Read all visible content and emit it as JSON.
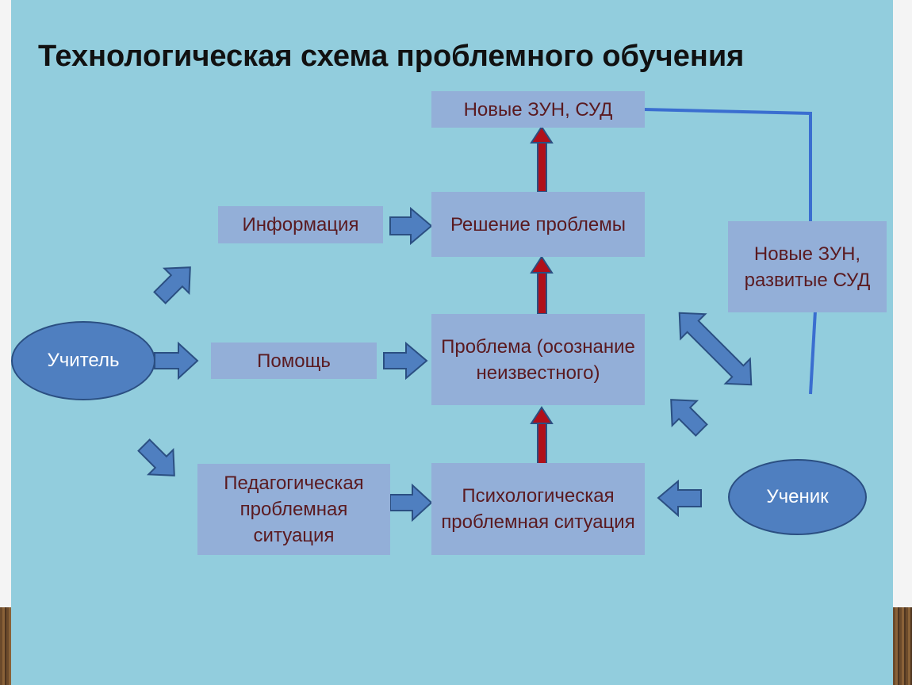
{
  "title": "Технологическая схема проблемного обучения",
  "nodes": {
    "new_knowledge": "Новые ЗУН, СУД",
    "solution": "Решение проблемы",
    "information": "Информация",
    "new_knowledge_developed": "Новые ЗУН, развитые СУД",
    "teacher": "Учитель",
    "help": "Помощь",
    "problem": "Проблема (осознание неизвестного)",
    "pedagogical_situation": "Педагогическая проблемная ситуация",
    "psychological_situation": "Психологическая проблемная ситуация",
    "student": "Ученик"
  },
  "colors": {
    "background": "#92cddd",
    "box_fill": "#93afd8",
    "box_text": "#5a1a20",
    "ellipse_fill": "#4f7fc0",
    "arrow_fill": "#4f7fc0",
    "vertical_arrow": "#b0101a",
    "connector_line": "#3a6ed0"
  }
}
